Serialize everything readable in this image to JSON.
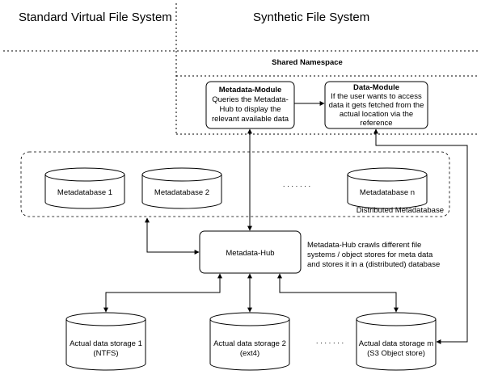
{
  "headings": {
    "standard": "Standard Virtual File System",
    "synthetic": "Synthetic File System"
  },
  "shared_namespace": "Shared Namespace",
  "metadata_module": {
    "title": "Metadata-Module",
    "lines": [
      "Queries the Metadata-",
      "Hub to display the",
      "relevant available data"
    ]
  },
  "data_module": {
    "title": "Data-Module",
    "lines": [
      "If the user wants to access",
      "data it gets fetched from the",
      "actual location via the",
      "reference"
    ]
  },
  "metadatabases": {
    "items": [
      "Metadatabase 1",
      "Metadatabase 2",
      "Metadatabase n"
    ],
    "ellipsis": ". . . . . . .",
    "group_label": "Distributed Metadatabase"
  },
  "hub": {
    "label": "Metadata-Hub",
    "description": [
      "Metadata-Hub crawls different file",
      "systems / object stores for meta data",
      "and stores it in a (distributed) database"
    ]
  },
  "storages": {
    "items": [
      {
        "line1": "Actual data storage 1",
        "line2": "(NTFS)"
      },
      {
        "line1": "Actual data storage 2",
        "line2": "(ext4)"
      },
      {
        "line1": "Actual data storage m",
        "line2": "(S3 Object store)"
      }
    ],
    "ellipsis": ". . . . . . ."
  }
}
